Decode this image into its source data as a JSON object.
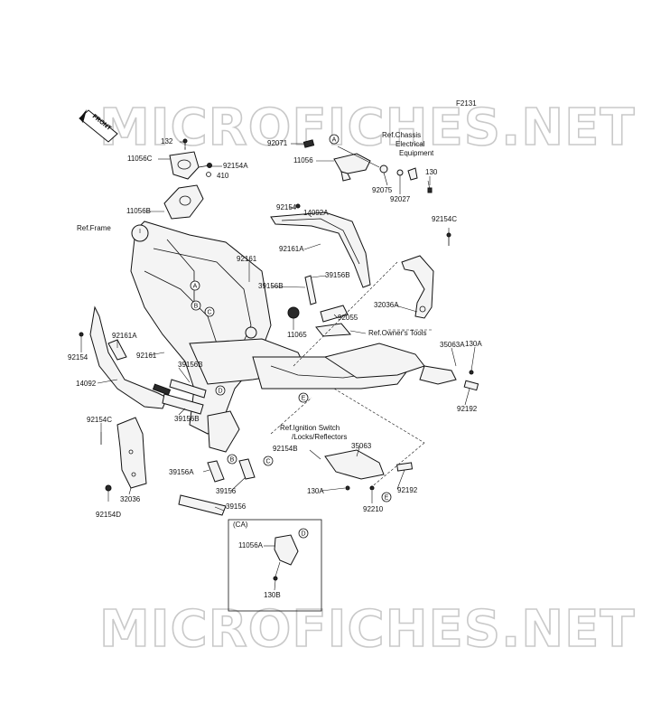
{
  "figure_code": "F2131",
  "watermark": {
    "top": "MICROFICHES.NET",
    "bottom": "MICROFICHES.NET"
  },
  "front_badge": "FRONT",
  "inset_label": "(CA)",
  "labels": {
    "l132": "132",
    "l11056C": "11056C",
    "l92154A": "92154A",
    "l410": "410",
    "l11056B": "11056B",
    "lRefFrame": "Ref.Frame",
    "l92071": "92071",
    "l11056": "11056",
    "lRefChassis1": "Ref.Chassis",
    "lRefChassis2": "Electrical",
    "lRefChassis3": "Equipment",
    "l130": "130",
    "l92075": "92075",
    "l92027": "92027",
    "l92154": "92154",
    "l14092A": "14092A",
    "l92154C_r": "92154C",
    "l92161A_r": "92161A",
    "l92161_a": "92161",
    "l39156B_r": "39156B",
    "l39156B_r2": "39156B",
    "l32036A": "32036A",
    "l92055": "92055",
    "l11065": "11065",
    "lRefOwners": "Ref.Owner's Tools",
    "l35063A": "35063A",
    "l130A_r": "130A",
    "l92161A_l": "92161A",
    "l92154_l": "92154",
    "l92161_b": "92161",
    "l39156B_l": "39156B",
    "l14092": "14092",
    "l39156B_l2": "39156B",
    "l92192_r": "92192",
    "l92154C_l": "92154C",
    "lRefIgnition1": "Ref.Ignition Switch",
    "lRefIgnition2": "/Locks/Reflectors",
    "l92154B": "92154B",
    "l35063": "35063",
    "l39156A": "39156A",
    "l39156_a": "39156",
    "l32036": "32036",
    "l130A_b": "130A",
    "l92192_b": "92192",
    "l92154D": "92154D",
    "l39156_b": "39156",
    "l92210": "92210",
    "l11056A": "11056A",
    "l130B": "130B"
  },
  "callouts": {
    "A": "A",
    "B": "B",
    "C": "C",
    "D": "D",
    "E": "E"
  }
}
